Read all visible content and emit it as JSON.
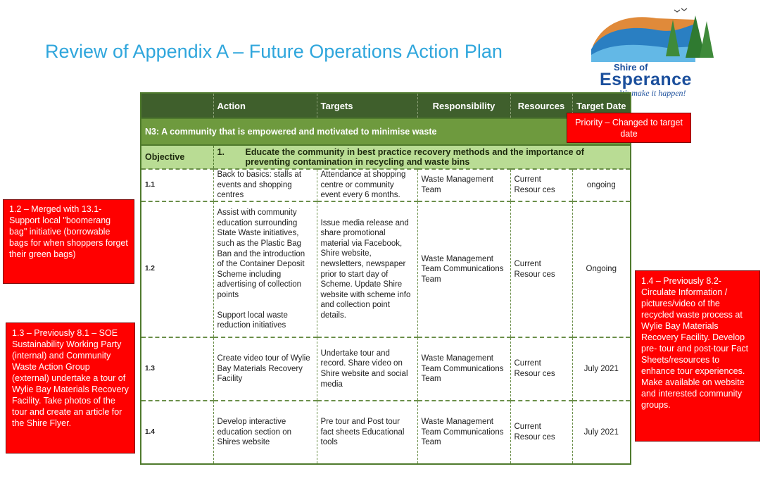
{
  "title": "Review of Appendix A – Future Operations Action Plan",
  "logo": {
    "line1": "Shire of",
    "line2": "Esperance",
    "tagline": "We make it happen!"
  },
  "table": {
    "headers": [
      "",
      "Action",
      "Targets",
      "Responsibility",
      "Resources",
      "Target Date"
    ],
    "section": "N3: A community that is empowered and motivated to minimise waste",
    "objective_label": "Objective",
    "objective_num": "1.",
    "objective_text": "Educate the community in best practice recovery methods and the importance of preventing contamination in recycling and waste bins",
    "rows": [
      {
        "num": "1.1",
        "action": "Back to basics: stalls at events and shopping centres",
        "targets": "Attendance at shopping centre or community event every 6 months.",
        "responsibility": "Waste Management Team",
        "resources": "Current Resour ces",
        "date": "ongoing"
      },
      {
        "num": "1.2",
        "action": "Assist with community education surrounding State Waste initiatives, such as the Plastic Bag Ban and the introduction of the Container Deposit Scheme including advertising of collection points",
        "action2": "Support local waste reduction initiatives",
        "targets": "Issue media release and share promotional material via Facebook, Shire website, newsletters, newspaper prior to start day of Scheme. Update Shire website with scheme info and collection point details.",
        "responsibility": "Waste Management Team Communications Team",
        "resources": "Current Resour ces",
        "date": "Ongoing"
      },
      {
        "num": "1.3",
        "action": "Create video tour of Wylie Bay Materials Recovery Facility",
        "targets": "Undertake tour and record. Share video on Shire website and social media",
        "responsibility": "Waste Management Team Communications Team",
        "resources": "Current Resour ces",
        "date": "July 2021"
      },
      {
        "num": "1.4",
        "action": "Develop interactive education section on Shires website",
        "targets": "Pre tour and Post tour fact sheets Educational tools",
        "responsibility": "Waste Management Team Communications Team",
        "resources": "Current Resour ces",
        "date": "July 2021"
      }
    ]
  },
  "notes": {
    "priority": "Priority – Changed to target date",
    "n12": "1.2 – Merged with 13.1- Support local \"boomerang bag\" initiative (borrowable bags for when shoppers forget their green bags)",
    "n13": "1.3 – Previously 8.1 – SOE Sustainability Working Party (internal) and Community Waste Action Group (external) undertake a tour of Wylie Bay Materials Recovery Facility. Take photos of the tour and  create an article for the Shire Flyer.",
    "n14": "1.4 – Previously 8.2- Circulate Information / pictures/video of the recycled waste process at Wylie Bay Materials Recovery Facility. Develop pre- tour and post-tour Fact Sheets/resources to enhance tour experiences. Make available on website and interested community groups."
  }
}
